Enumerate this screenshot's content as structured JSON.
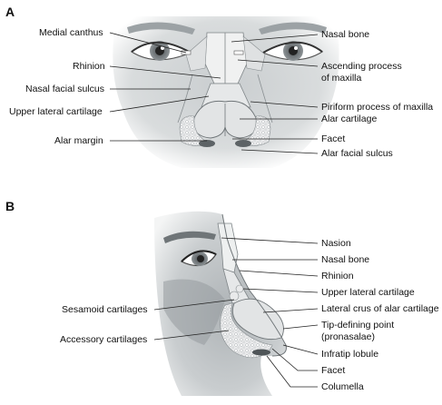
{
  "panel_a": {
    "letter": "A",
    "labels_left": [
      "Medial canthus",
      "Rhinion",
      "Nasal facial sulcus",
      "Upper lateral cartilage",
      "Alar margin"
    ],
    "labels_right": [
      "Nasal bone",
      "Ascending process",
      "of maxilla",
      "Piriform process of maxilla",
      "Alar cartilage",
      "Facet",
      "Alar facial sulcus"
    ]
  },
  "panel_b": {
    "letter": "B",
    "labels_left": [
      "Sesamoid cartilages",
      "Accessory cartilages"
    ],
    "labels_right": [
      "Nasion",
      "Nasal bone",
      "Rhinion",
      "Upper lateral cartilage",
      "Lateral crus of alar cartilage",
      "Tip-defining point",
      "(pronasalae)",
      "Infratip lobule",
      "Facet",
      "Columella"
    ]
  },
  "colors": {
    "skin": "#cfd2d4",
    "skin_dark": "#8e9497",
    "cartilage": "#e6e8e9",
    "line": "#222222"
  }
}
